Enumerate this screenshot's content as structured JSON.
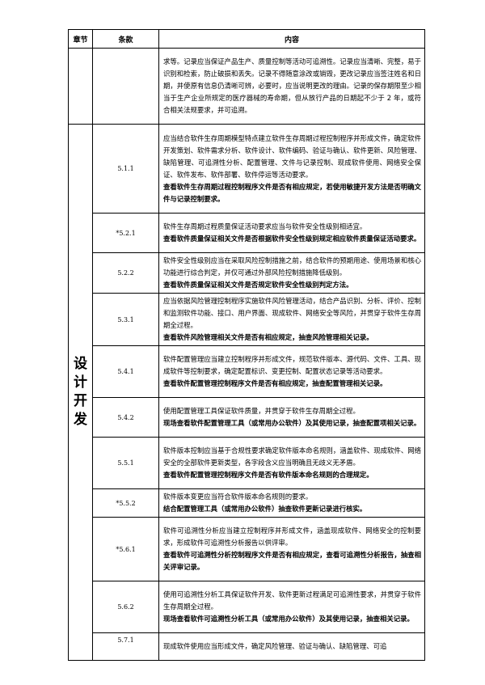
{
  "table": {
    "headers": {
      "chapter": "章节",
      "clause": "条款",
      "content": "内容"
    },
    "carryover_text": "求等。记录应当保证产品生产、质量控制等活动可追溯性。记录应当清晰、完整，易于识别和检索，防止破损和丢失。记录不得随意涂改或销毁，更改记录应当签注姓名和日期，并使原有信息仍清晰可辨，必要时，应当说明更改的理由。记录的保存期限至少相当于生产企业所规定的医疗器械的寿命期，但从放行产品的日期起不少于 2 年，或符合相关法规要求，并可追溯。",
    "chapter_label": "设计开发",
    "rows": [
      {
        "clause": "5.1.1",
        "text": "应当结合软件生存周期模型特点建立软件生存周期过程控制程序并形成文件，确定软件开发策划、软件需求分析、软件设计、软件编码、验证与确认、软件更新、风险管理、缺陷管理、可追溯性分析、配置管理、文件与记录控制、现成软件使用、网络安全保证、软件发布、软件部署、软件停运等活动要求。",
        "check": "查看软件生存周期过程控制程序文件是否有相应规定，若使用敏捷开发方法是否明确文件与记录控制要求。"
      },
      {
        "clause": "*5.2.1",
        "text": "软件生存周期过程质量保证活动要求应当与软件安全性级别相适宜。",
        "check": "查看软件质量保证相关文件是否根据软件安全性级别规定相应软件质量保证活动要求。"
      },
      {
        "clause": "5.2.2",
        "text": "软件安全性级别应当在采取风险控制措施之前，结合软件的预期用途、使用场景和核心功能进行综合判定，并仅可通过外部风险控制措施降低级别。",
        "check": "查看软件质量保证相关文件是否规定软件安全性级别判定方法。"
      },
      {
        "clause": "5.3.1",
        "text": "应当依据风险管理控制程序实施软件风险管理活动，结合产品识别、分析、评价、控制和监测软件功能、接口、用户界面、现成软件、网络安全等风险，并贯穿于软件生存周期全过程。",
        "check": "查看软件风险管理相关文件是否有相应规定，抽查风险管理相关记录。"
      },
      {
        "clause": "5.4.1",
        "text": "软件配置管理应当建立控制程序并形成文件，规范软件版本、源代码、文件、工具、现成软件等控制要求，确定配置标识、变更控制、配置状态记录等活动要求。",
        "check": "查看软件配置管理控制程序文件是否有相应规定，抽查配置管理相关记录。"
      },
      {
        "clause": "5.4.2",
        "text": "使用配置管理工具保证软件质量，并贯穿于软件生存周期全过程。",
        "check": "现场查看软件配置管理工具（或常用办公软件）及其使用记录，抽查配置项相关记录。"
      },
      {
        "clause": "5.5.1",
        "text": "软件版本控制应当基于合规性要求确定软件版本命名规则，涵盖软件、现成软件、网络安全的全部软件更新类型，各字段含义应当明确且无歧义无矛盾。",
        "check": "查看软件配置管理控制程序文件是否有软件版本命名规则的合理规定。"
      },
      {
        "clause": "*5.5.2",
        "text": "软件版本变更应当符合软件版本命名规则的要求。",
        "check": "结合配置管理工具（或常用办公软件）抽查软件更新记录进行核实。"
      },
      {
        "clause": "*5.6.1",
        "text": "软件可追溯性分析应当建立控制程序并形成文件，涵盖现成软件、网络安全的控制要求，形成软件可追溯性分析报告以供评审。",
        "check": "查看软件可追溯性分析控制程序文件是否有相应规定，查看可追溯性分析报告，抽查相关评审记录。"
      },
      {
        "clause": "5.6.2",
        "text": "使用可追溯性分析工具保证软件开发、软件更新过程满足可追溯性要求，并贯穿于软件生存周期全过程。",
        "check": "现场查看软件可追溯性分析工具（或常用办公软件）及其使用记录，抽查相关记录。"
      },
      {
        "clause": "5.7.1",
        "text": "现成软件使用应当形成文件，确定风险管理、验证与确认、缺陷管理、可追",
        "check": ""
      }
    ]
  }
}
